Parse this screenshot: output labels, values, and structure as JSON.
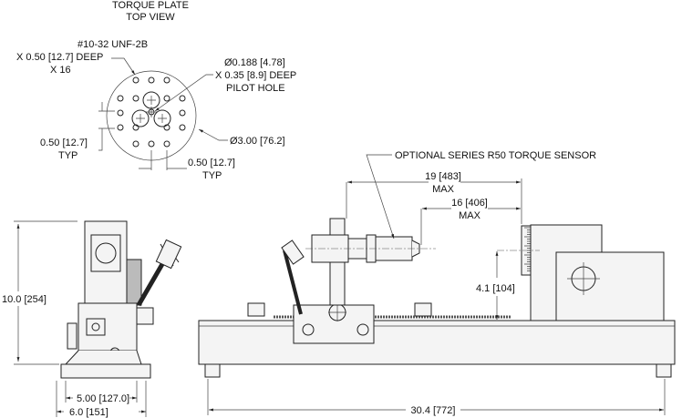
{
  "top_view": {
    "title_line1": "TORQUE PLATE",
    "title_line2": "TOP VIEW",
    "tapped_holes": [
      "#10-32 UNF-2B",
      "X 0.50 [12.7] DEEP",
      "X 16"
    ],
    "pilot_hole": [
      "Ø0.188 [4.78]",
      "X 0.35 [8.9] DEEP",
      "PILOT HOLE"
    ],
    "diameter": "Ø3.00 [76.2]",
    "spacing_vertical": [
      "0.50 [12.7]",
      "TYP"
    ],
    "spacing_horizontal": [
      "0.50 [12.7]",
      "TYP"
    ]
  },
  "side_view": {
    "height": "10.0 [254]",
    "inner_width": "5.00 [127.0]",
    "outer_width": "6.0 [151]"
  },
  "front_view": {
    "sensor_label": "OPTIONAL SERIES R50 TORQUE SENSOR",
    "max_span_1": [
      "19 [483]",
      "MAX"
    ],
    "max_span_2": [
      "16 [406]",
      "MAX"
    ],
    "center_height": "4.1 [104]",
    "overall_length": "30.4 [772]"
  }
}
